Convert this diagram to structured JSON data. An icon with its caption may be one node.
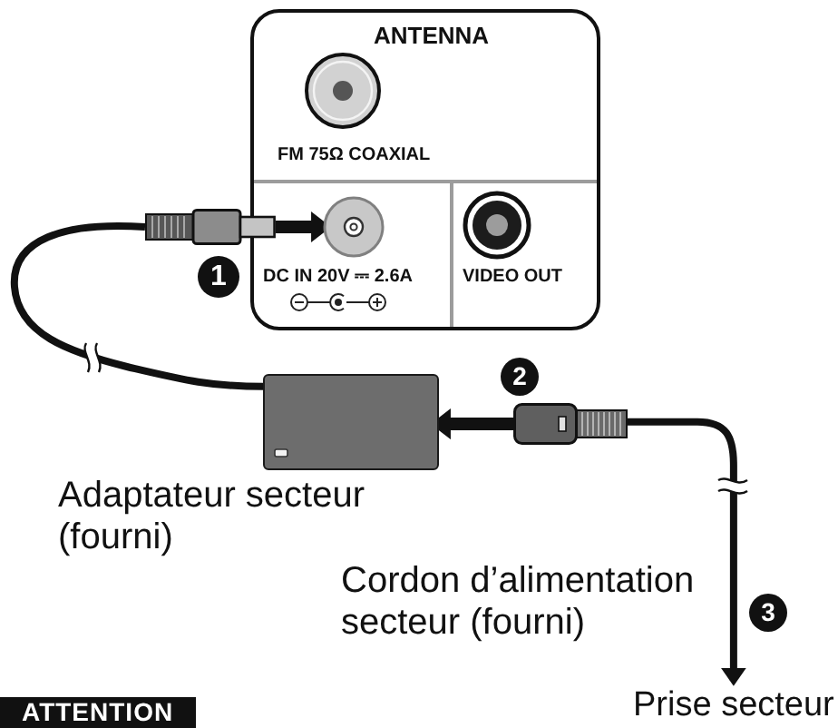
{
  "diagram": {
    "nodes": [
      {
        "text": [],
        "shape": "box"
      },
      {
        "text": [
          "ANTENNA",
          "FM 75Ω COAXIAL"
        ],
        "in": 0
      },
      {
        "text": [],
        "shape": "circle",
        "in": 1
      },
      {
        "text": [
          "DC IN 20V ⎓ 2.6A"
        ],
        "in": 0
      },
      {
        "text": [],
        "shape": "circle",
        "in": 3
      },
      {
        "text": [
          "VIDEO OUT"
        ],
        "in": 0
      },
      {
        "text": [],
        "shape": "circle",
        "in": 5
      },
      {
        "text": [],
        "shape": "plug"
      },
      {
        "text": [],
        "shape": "box",
        "beside": [
          "Adaptateur secteur (fourni)"
        ]
      },
      {
        "text": [],
        "shape": "plug"
      },
      {
        "text": [
          "Prise secteur"
        ]
      }
    ],
    "edges": [
      {
        "from": 7,
        "to": 4,
        "arrow": "to"
      },
      {
        "from": 7,
        "to": 8,
        "arrow": "none"
      },
      {
        "from": 9,
        "to": 8,
        "arrow": "to"
      },
      {
        "from": 9,
        "to": 10,
        "arrow": "to"
      }
    ],
    "labels": [
      "1",
      "2",
      "Cordon d’alimentation secteur (fourni)",
      "3",
      "ATTENTION"
    ]
  }
}
